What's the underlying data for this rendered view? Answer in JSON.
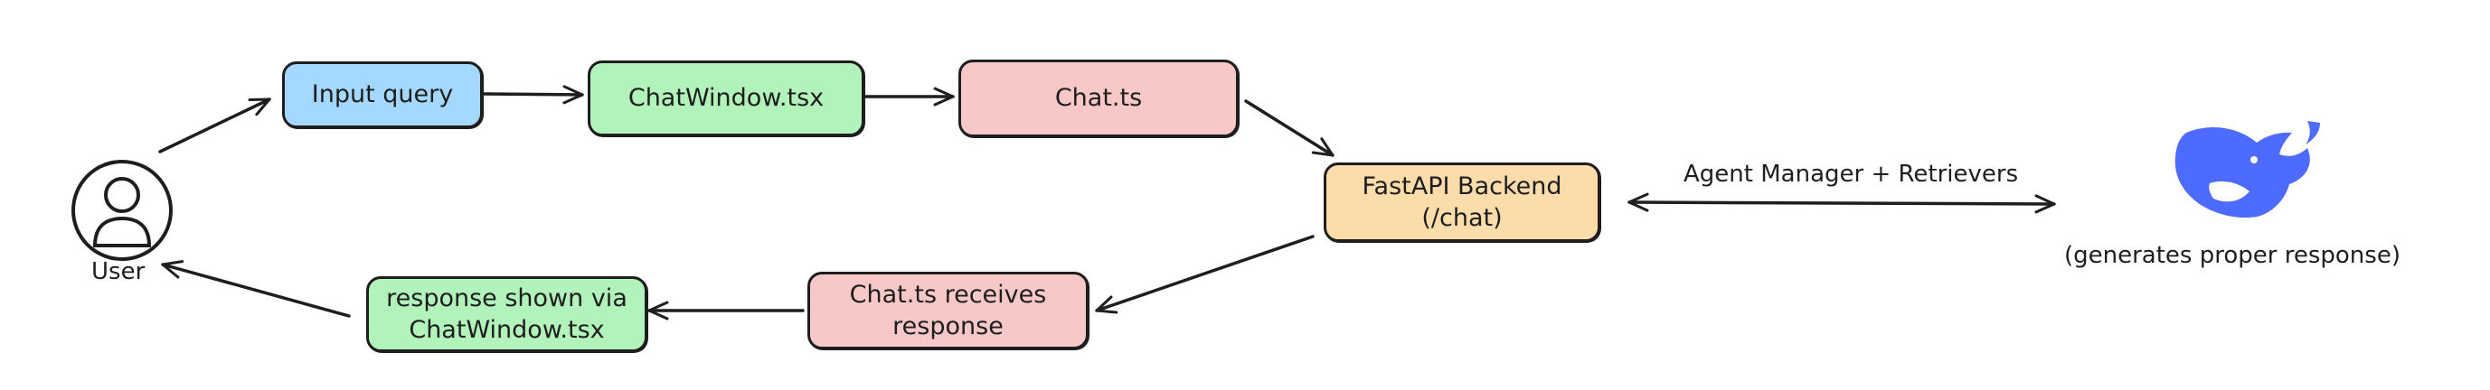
{
  "nodes": {
    "input_query": {
      "label": "Input query",
      "fill": "#a5d8ff"
    },
    "chat_window": {
      "label": "ChatWindow.tsx",
      "fill": "#b2f2bb"
    },
    "chat_ts": {
      "label": "Chat.ts",
      "fill": "#f8c8c8"
    },
    "fastapi": {
      "label": "FastAPI Backend\n(/chat)",
      "fill": "#fcdcab"
    },
    "chat_receives": {
      "label": "Chat.ts receives\nresponse",
      "fill": "#f8c8c8"
    },
    "response_shown": {
      "label": "response shown via\nChatWindow.tsx",
      "fill": "#b2f2bb"
    }
  },
  "user": {
    "label": "User",
    "icon": "user-icon"
  },
  "edge_labels": {
    "agent_manager": "Agent Manager + Retrievers"
  },
  "model": {
    "icon": "deepseek-whale-logo",
    "caption": "(generates proper response)",
    "color": "#4d6bfe"
  },
  "stroke_color": "#1e1e1e"
}
